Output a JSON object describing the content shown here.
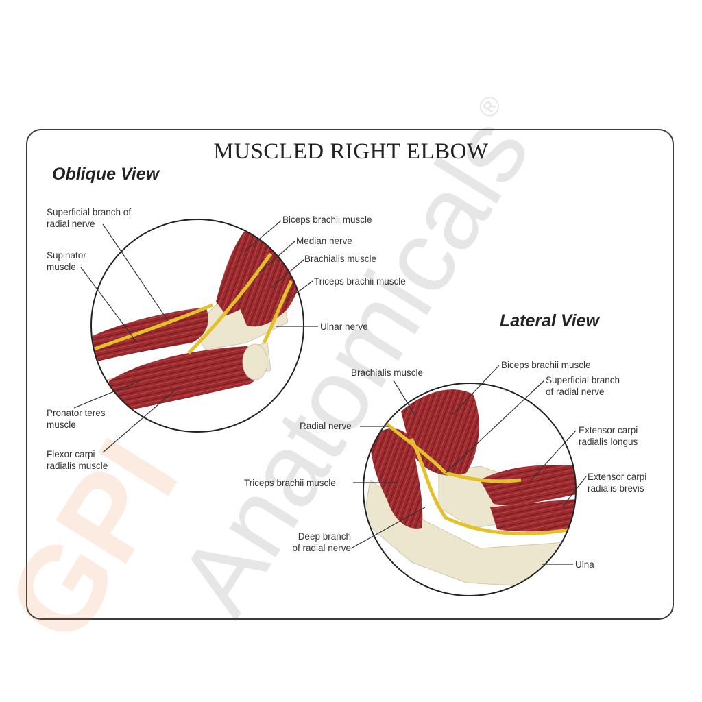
{
  "title": "MUSCLED RIGHT ELBOW",
  "oblique": {
    "title": "Oblique View",
    "labels": {
      "superficial_branch": [
        "Superficial branch of",
        "radial nerve"
      ],
      "supinator": [
        "Supinator",
        "muscle"
      ],
      "pronator_teres": [
        "Pronator teres",
        "muscle"
      ],
      "flexor_carpi_radialis": [
        "Flexor carpi",
        "radialis muscle"
      ],
      "biceps": "Biceps brachii muscle",
      "median_nerve": "Median nerve",
      "brachialis": "Brachialis muscle",
      "triceps": "Triceps brachii muscle",
      "ulnar_nerve": "Ulnar nerve"
    }
  },
  "lateral": {
    "title": "Lateral View",
    "labels": {
      "biceps": "Biceps brachii muscle",
      "brachialis": "Brachialis muscle",
      "superficial_branch": [
        "Superficial branch",
        "of radial nerve"
      ],
      "radial_nerve": "Radial nerve",
      "ecr_longus": [
        "Extensor carpi",
        "radialis longus"
      ],
      "ecr_brevis": [
        "Extensor carpi",
        "radialis brevis"
      ],
      "triceps": "Triceps brachii muscle",
      "deep_branch": [
        "Deep branch",
        "of radial nerve"
      ],
      "ulna": "Ulna"
    }
  },
  "watermark": {
    "brand": "GPI",
    "name": "Anatomicals",
    "mark": "®"
  },
  "colors": {
    "muscle": "#9c2a2e",
    "nerve": "#e2c12c",
    "bone": "#ece6cf",
    "leader": "#333333"
  }
}
